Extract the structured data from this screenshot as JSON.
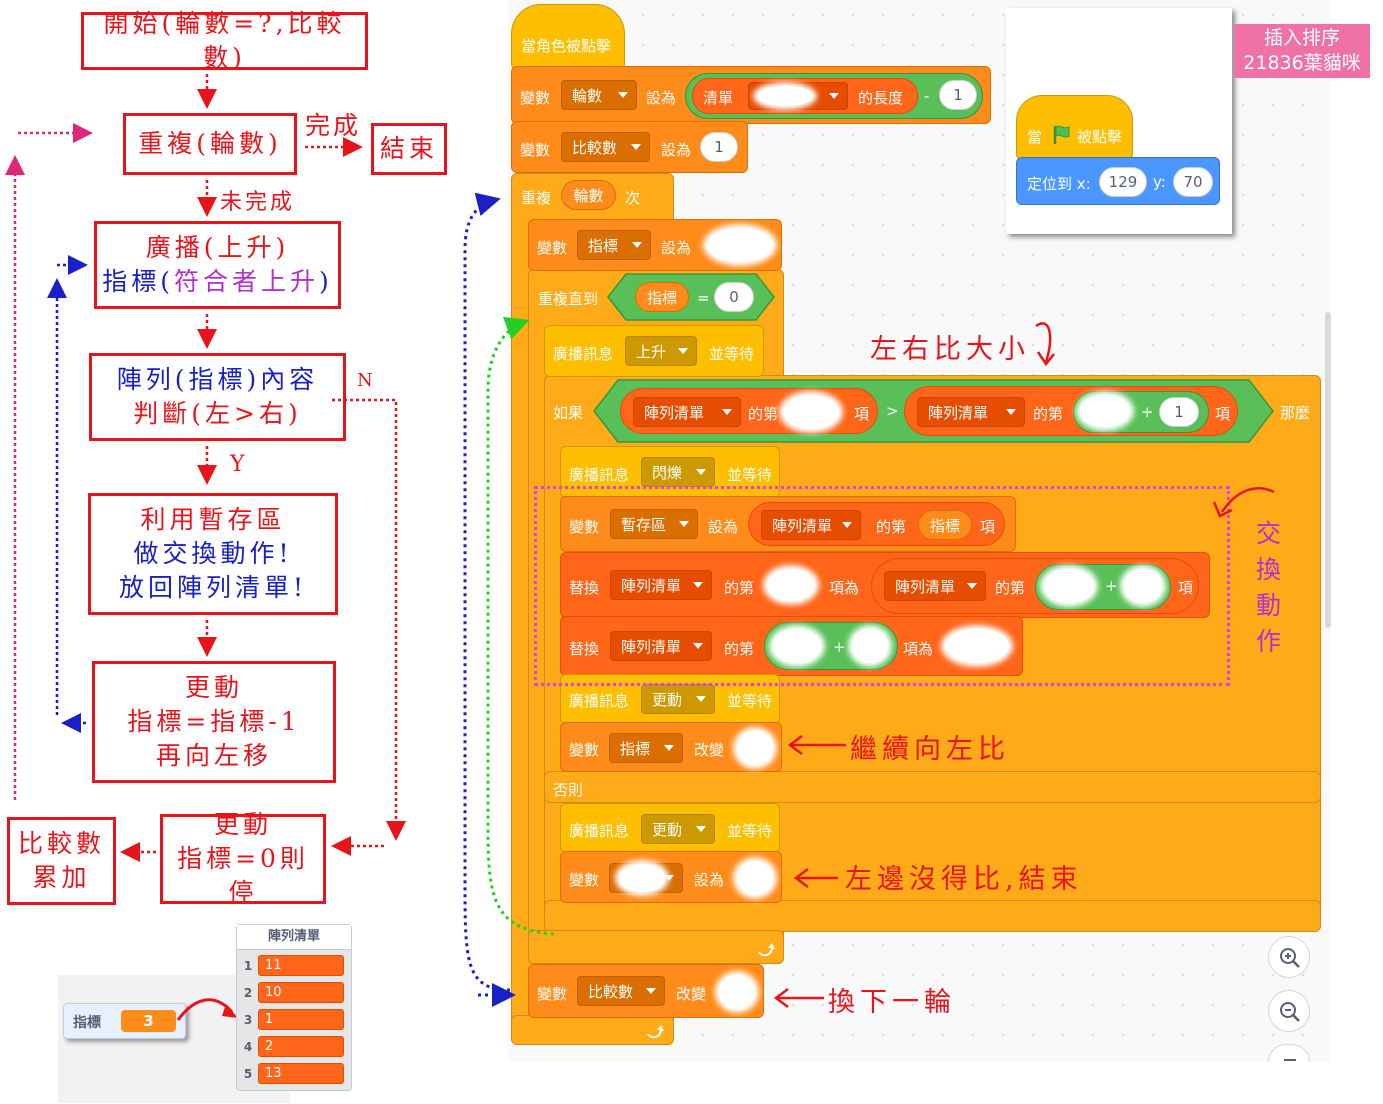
{
  "flowchart": {
    "start": "開始(輪數=?,比較數)",
    "repeat": "重複(輪數)",
    "done_label": "完成",
    "end": "結束",
    "not_done_label": "未完成",
    "broadcast_line1": "廣播(上升)",
    "broadcast_line2_a": "指標(",
    "broadcast_line2_b": "符合者上升",
    "broadcast_line2_c": ")",
    "compare_line1": "陣列(指標)內容",
    "compare_line2": "判斷(左>右)",
    "no_label": "N",
    "yes_label": "Y",
    "swap_line1": "利用暫存區",
    "swap_line2": "做交換動作!",
    "swap_line3": "放回陣列清單!",
    "update_left_line1": "更動",
    "update_left_line2": "指標=指標-1",
    "update_left_line3": "再向左移",
    "update_stop_line1": "更動",
    "update_stop_line2": "指標=0則停",
    "accumulate_line1": "比較數",
    "accumulate_line2": "累加"
  },
  "variable_monitor": {
    "name": "指標",
    "value": "3"
  },
  "list_monitor": {
    "title": "陣列清單",
    "items": [
      {
        "index": "1",
        "value": "11"
      },
      {
        "index": "2",
        "value": "10"
      },
      {
        "index": "3",
        "value": "1"
      },
      {
        "index": "4",
        "value": "2"
      },
      {
        "index": "5",
        "value": "13"
      }
    ]
  },
  "script": {
    "hat": "當角色被點擊",
    "set_var": "變數",
    "set_to": "設為",
    "var_rounds": "輪數",
    "list_label": "清單",
    "length_of": "的長度",
    "minus": "-",
    "plus": "+",
    "one": "1",
    "zero": "0",
    "var_compare": "比較數",
    "repeat": "重複",
    "times": "次",
    "var_index": "指標",
    "repeat_until": "重複直到",
    "equals": "=",
    "broadcast": "廣播訊息",
    "and_wait": "並等待",
    "msg_rise": "上升",
    "if": "如果",
    "then": "那麼",
    "list_name": "陣列清單",
    "item_of": "的第",
    "item": "項",
    "greater": ">",
    "msg_flash": "閃爍",
    "var_temp": "暫存區",
    "replace": "替換",
    "with": "項為",
    "msg_update": "更動",
    "change": "改變",
    "else": "否則"
  },
  "flag_script": {
    "when": "當",
    "clicked": "被點擊",
    "goto": "定位到 x:",
    "x": "129",
    "y_label": "y:",
    "y": "70"
  },
  "annotations": {
    "compare_lr": "左右比大小",
    "swap_1": "交",
    "swap_2": "換",
    "swap_3": "動",
    "swap_4": "作",
    "continue_left": "繼續向左比",
    "left_end": "左邊沒得比,結束",
    "next_round": "換下一輪"
  },
  "badge": {
    "line1": "插入排序",
    "line2": "21836葉貓咪"
  },
  "colors": {
    "flow_red": "#e8141c",
    "flow_blue": "#1a20c8",
    "magenta": "#e0267a",
    "green": "#22d022",
    "events": "#ffbf00",
    "variables": "#ff8c1a",
    "control": "#ffab19",
    "lists": "#ff661a",
    "operators": "#59c059",
    "motion": "#4c97ff"
  }
}
